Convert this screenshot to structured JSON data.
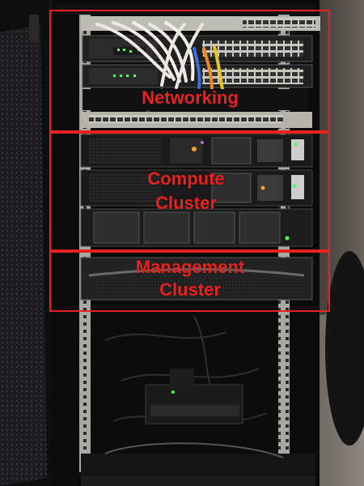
{
  "annotations": {
    "networking": "Networking",
    "compute_line1": "Compute",
    "compute_line2": "Cluster",
    "management_line1": "Management",
    "management_line2": "Cluster"
  },
  "colors": {
    "annotation": "#e8231f"
  }
}
